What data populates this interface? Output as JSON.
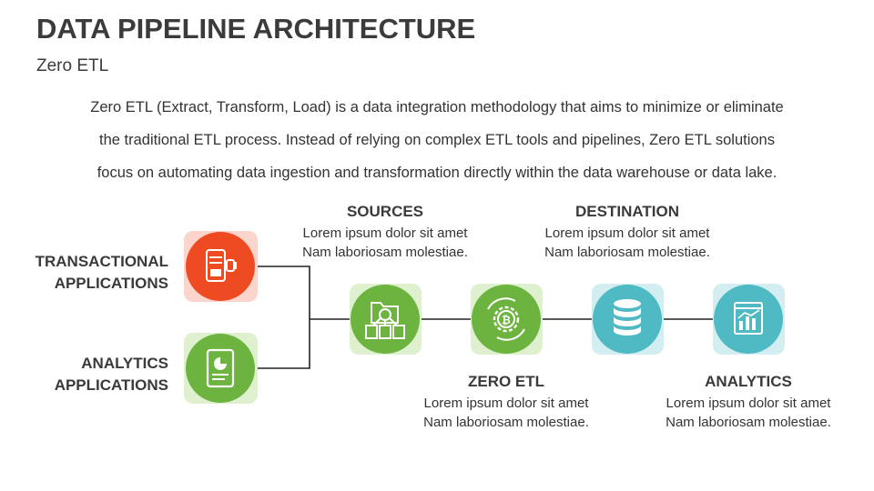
{
  "header": {
    "title": "DATA PIPELINE ARCHITECTURE",
    "subtitle": "Zero ETL"
  },
  "description": {
    "line1": "Zero ETL (Extract, Transform, Load) is a data integration methodology that aims to minimize or eliminate",
    "line2": "the traditional ETL process. Instead of relying on complex ETL tools and pipelines, Zero ETL solutions",
    "line3": "focus on automating data ingestion and transformation directly within the data warehouse or data lake."
  },
  "inputs": [
    {
      "line1": "TRANSACTIONAL",
      "line2": "APPLICATIONS",
      "icon": "mobile-payment-icon",
      "color": "#ef4b23",
      "bg": "#fbd5cb"
    },
    {
      "line1": "ANALYTICS",
      "line2": "APPLICATIONS",
      "icon": "tablet-chart-icon",
      "color": "#6db33f",
      "bg": "#dff0cf"
    }
  ],
  "steps": [
    {
      "title": "SOURCES",
      "text1": "Lorem ipsum dolor sit amet",
      "text2": "Nam laboriosam molestiae.",
      "icon": "folder-network-icon",
      "color": "#6db33f",
      "bg": "#dff0cf"
    },
    {
      "title": "ZERO ETL",
      "text1": "Lorem ipsum dolor sit amet",
      "text2": "Nam laboriosam molestiae.",
      "icon": "bitcoin-gear-icon",
      "color": "#6db33f",
      "bg": "#dff0cf"
    },
    {
      "title": "DESTINATION",
      "text1": "Lorem ipsum dolor sit amet",
      "text2": "Nam laboriosam molestiae.",
      "icon": "database-icon",
      "color": "#4fb9c4",
      "bg": "#d3eef1"
    },
    {
      "title": "ANALYTICS",
      "text1": "Lorem ipsum dolor sit amet",
      "text2": "Nam laboriosam molestiae.",
      "icon": "analytics-dashboard-icon",
      "color": "#4fb9c4",
      "bg": "#d3eef1"
    }
  ]
}
